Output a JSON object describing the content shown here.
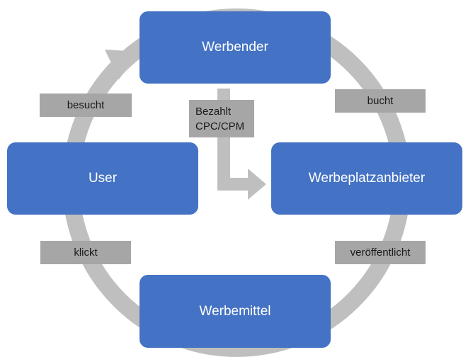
{
  "colors": {
    "node_fill": "#4472c4",
    "node_text": "#ffffff",
    "cycle_arrow": "#bfbfbf",
    "label_fill": "#a6a6a6",
    "label_text": "#1a1a1a"
  },
  "nodes": {
    "werbender": "Werbender",
    "werbeplatzanbieter": "Werbeplatzanbieter",
    "werbemittel": "Werbemittel",
    "user": "User"
  },
  "edges": {
    "bucht": "bucht",
    "veroeffentlicht": "veröffentlicht",
    "klickt": "klickt",
    "besucht": "besucht",
    "bezahlt_line1": "Bezahlt",
    "bezahlt_line2": "CPC/CPM"
  }
}
